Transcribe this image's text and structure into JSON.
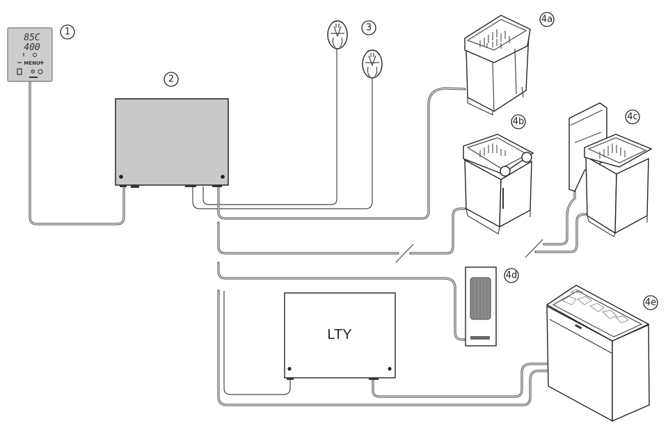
{
  "diagram": {
    "title": "Sauna control unit connection diagram",
    "callouts": [
      {
        "id": "1",
        "label": "1",
        "component": "control panel"
      },
      {
        "id": "2",
        "label": "2",
        "component": "control unit"
      },
      {
        "id": "3",
        "label": "3",
        "component": "temperature sensors"
      },
      {
        "id": "4a",
        "label": "4a",
        "component": "heater"
      },
      {
        "id": "4b",
        "label": "4b",
        "component": "heater with water reservoir"
      },
      {
        "id": "4c",
        "label": "4c",
        "component": "heater with steam generator"
      },
      {
        "id": "4d",
        "label": "4d",
        "component": "wall heater"
      },
      {
        "id": "4e",
        "label": "4e",
        "component": "large stone heater"
      }
    ],
    "control_panel": {
      "display_line1": "85C",
      "display_line2": "400",
      "menu_label": "MENU"
    },
    "power_unit": {
      "label": "LTY"
    },
    "colors": {
      "line": "#222222",
      "cable": "#555555",
      "control_unit_fill": "#c9c9c9",
      "panel_fill": "#cdcdcd",
      "background": "#ffffff"
    }
  }
}
